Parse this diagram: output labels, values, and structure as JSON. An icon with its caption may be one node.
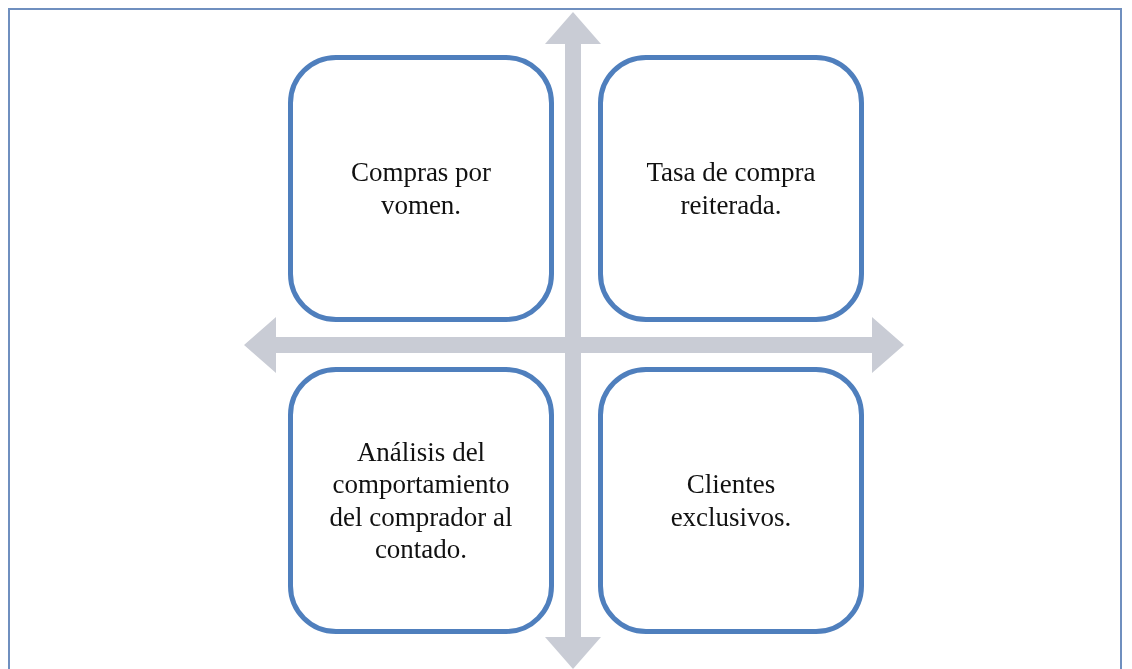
{
  "diagram": {
    "nodes": [
      {
        "text": [
          "Compras por vomen."
        ]
      },
      {
        "text": [
          "Tasa de compra reiterada."
        ]
      },
      {
        "text": [
          "Análisis del comportamiento del comprador al contado."
        ]
      },
      {
        "text": [
          "Clientes exclusivos."
        ]
      }
    ]
  }
}
